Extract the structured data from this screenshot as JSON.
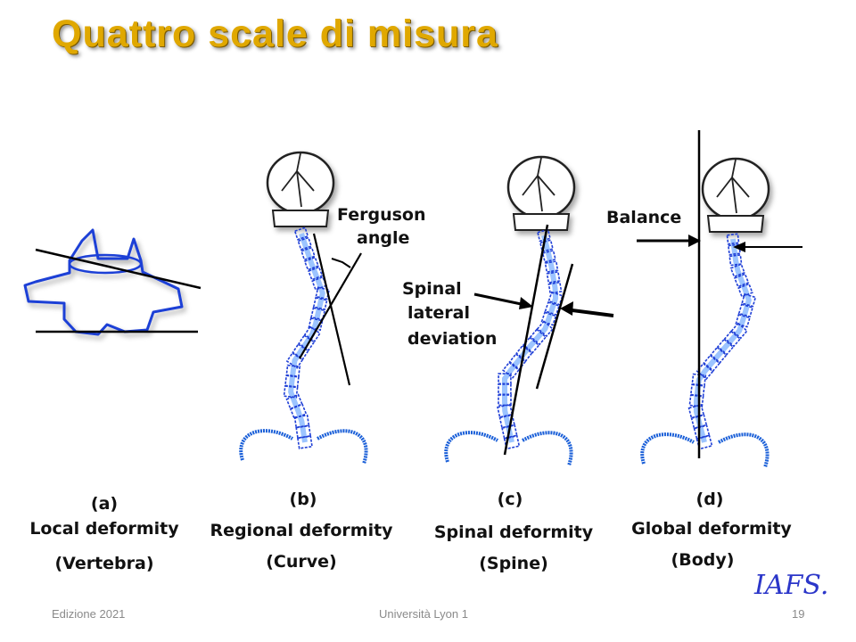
{
  "title": "Quattro scale di misura",
  "figure": {
    "annotations": {
      "ferguson_line1": "Ferguson",
      "ferguson_line2": "angle",
      "spinal_line1": "Spinal",
      "spinal_line2": "lateral",
      "spinal_line3": "deviation",
      "balance": "Balance"
    },
    "panels": [
      {
        "letter": "(a)",
        "name": "Local deformity",
        "scope": "(Vertebra)"
      },
      {
        "letter": "(b)",
        "name": "Regional deformity",
        "scope": "(Curve)"
      },
      {
        "letter": "(c)",
        "name": "Spinal deformity",
        "scope": "(Spine)"
      },
      {
        "letter": "(d)",
        "name": "Global deformity",
        "scope": "(Body)"
      }
    ],
    "signature": "IAFS."
  },
  "footer": {
    "left": "Edizione 2021",
    "center": "Università Lyon 1",
    "page": "19"
  },
  "colors": {
    "title": "#e0a800",
    "spine": "#1f3fd6",
    "spine_light": "#9cc4ff",
    "pelvis": "#1a5fd8",
    "line": "#000000",
    "text": "#111111"
  }
}
